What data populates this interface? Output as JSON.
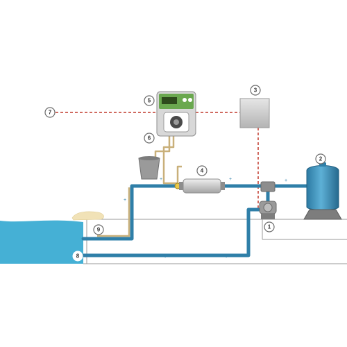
{
  "colors": {
    "water_pipe": "#2f7fa8",
    "signal_line": "#c0392b",
    "pool_water": "#45b0d5",
    "chemical_tube": "#c9b07a",
    "equipment_grey": "#b9b9b9",
    "filter_blue": "#3c8fb8",
    "badge_stroke": "#6b6b6b"
  },
  "callouts": [
    {
      "id": "1",
      "equipment": "pump"
    },
    {
      "id": "2",
      "equipment": "sand-filter"
    },
    {
      "id": "3",
      "equipment": "control-box"
    },
    {
      "id": "4",
      "equipment": "heat-exchanger"
    },
    {
      "id": "5",
      "equipment": "dosing-pump-controller"
    },
    {
      "id": "6",
      "equipment": "chemical-tank"
    },
    {
      "id": "7",
      "equipment": "external-signal-line"
    },
    {
      "id": "8",
      "equipment": "return-inlet"
    },
    {
      "id": "9",
      "equipment": "dosing-injection-line"
    }
  ]
}
